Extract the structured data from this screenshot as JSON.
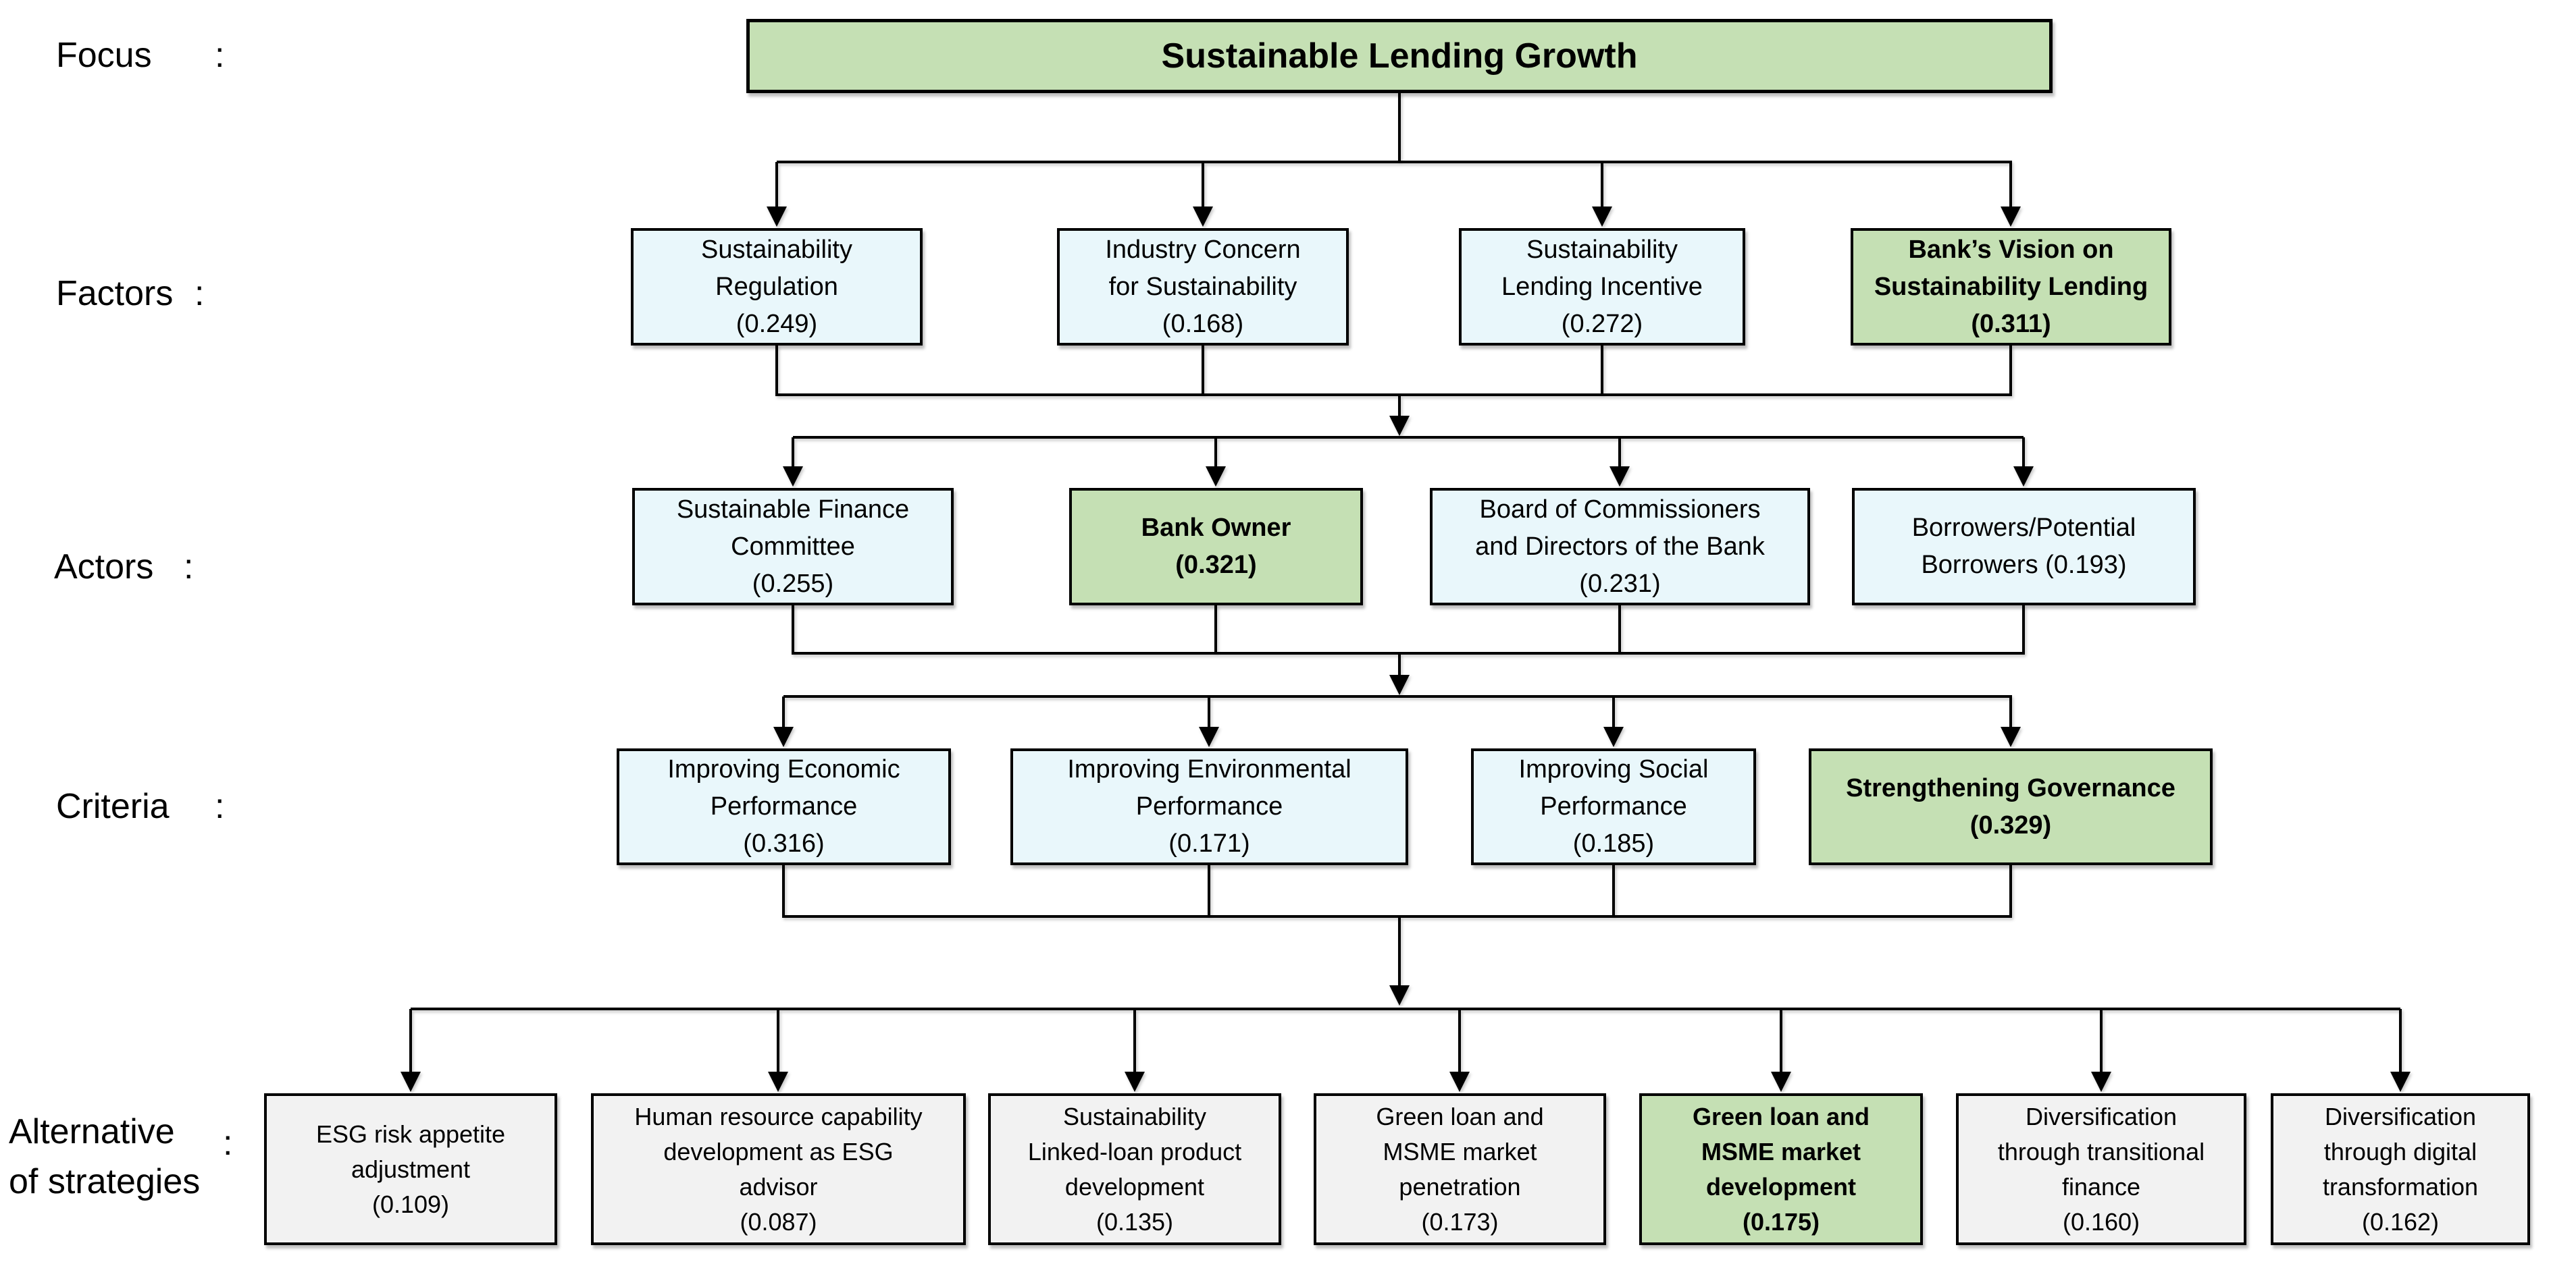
{
  "page_background": "#ffffff",
  "colors": {
    "highlight_green": "#c5e0b4",
    "level_blue": "#e9f7fb",
    "alternative_grey": "#f2f2f2",
    "border_black": "#000000"
  },
  "row_labels": [
    {
      "text": [
        "Focus"
      ],
      "colon": ":"
    },
    {
      "text": [
        "Factors"
      ],
      "colon": ":"
    },
    {
      "text": [
        "Actors"
      ],
      "colon": ":"
    },
    {
      "text": [
        "Criteria"
      ],
      "colon": ":"
    },
    {
      "text": [
        "Alternative",
        "of strategies"
      ],
      "colon": ":"
    }
  ],
  "focus": {
    "name": "Sustainable Lending Growth",
    "lines": [
      "Sustainable Lending Growth"
    ],
    "highlight": true
  },
  "factors": [
    {
      "name": "Sustainability Regulation",
      "weight": "0.249",
      "lines": [
        "Sustainability",
        "Regulation",
        "(0.249)"
      ],
      "highlight": false
    },
    {
      "name": "Industry Concern for Sustainability",
      "weight": "0.168",
      "lines": [
        "Industry Concern",
        "for Sustainability",
        "(0.168)"
      ],
      "highlight": false
    },
    {
      "name": "Sustainability Lending Incentive",
      "weight": "0.272",
      "lines": [
        "Sustainability",
        "Lending Incentive",
        "(0.272)"
      ],
      "highlight": false
    },
    {
      "name": "Bank’s Vision on Sustainability Lending",
      "weight": "0.311",
      "lines": [
        "Bank’s Vision on",
        "Sustainability Lending",
        "(0.311)"
      ],
      "highlight": true
    }
  ],
  "actors": [
    {
      "name": "Sustainable Finance Committee",
      "weight": "0.255",
      "lines": [
        "Sustainable Finance",
        "Committee",
        "(0.255)"
      ],
      "highlight": false
    },
    {
      "name": "Bank Owner",
      "weight": "0.321",
      "lines": [
        "Bank Owner",
        "(0.321)"
      ],
      "highlight": true
    },
    {
      "name": "Board of Commissioners and Directors of the Bank",
      "weight": "0.231",
      "lines": [
        "Board of Commissioners",
        "and Directors of the Bank",
        "(0.231)"
      ],
      "highlight": false
    },
    {
      "name": "Borrowers/Potential Borrowers",
      "weight": "0.193",
      "lines": [
        "Borrowers/Potential",
        "Borrowers (0.193)"
      ],
      "highlight": false
    }
  ],
  "criteria": [
    {
      "name": "Improving Economic Performance",
      "weight": "0.316",
      "lines": [
        "Improving Economic",
        "Performance",
        "(0.316)"
      ],
      "highlight": false
    },
    {
      "name": "Improving Environmental Performance",
      "weight": "0.171",
      "lines": [
        "Improving Environmental",
        "Performance",
        "(0.171)"
      ],
      "highlight": false
    },
    {
      "name": "Improving Social Performance",
      "weight": "0.185",
      "lines": [
        "Improving Social",
        "Performance",
        "(0.185)"
      ],
      "highlight": false
    },
    {
      "name": "Strengthening Governance",
      "weight": "0.329",
      "lines": [
        "Strengthening Governance",
        "(0.329)"
      ],
      "highlight": true
    }
  ],
  "alternatives": [
    {
      "name": "ESG risk appetite adjustment",
      "weight": "0.109",
      "lines": [
        "ESG risk appetite",
        "adjustment",
        "(0.109)"
      ],
      "highlight": false
    },
    {
      "name": "Human resource capability development as ESG advisor",
      "weight": "0.087",
      "lines": [
        "Human resource capability",
        "development as ESG",
        "advisor",
        "(0.087)"
      ],
      "highlight": false
    },
    {
      "name": "Sustainability Linked-loan product development",
      "weight": "0.135",
      "lines": [
        "Sustainability",
        "Linked-loan product",
        "development",
        "(0.135)"
      ],
      "highlight": false
    },
    {
      "name": "Green loan and MSME market penetration",
      "weight": "0.173",
      "lines": [
        "Green loan and",
        "MSME market",
        "penetration",
        "(0.173)"
      ],
      "highlight": false
    },
    {
      "name": "Green loan and MSME market development",
      "weight": "0.175",
      "lines": [
        "Green loan and",
        "MSME market",
        "development",
        "(0.175)"
      ],
      "highlight": true
    },
    {
      "name": "Diversification through transitional finance",
      "weight": "0.160",
      "lines": [
        "Diversification",
        "through transitional",
        "finance",
        "(0.160)"
      ],
      "highlight": false
    },
    {
      "name": "Diversification through digital transformation",
      "weight": "0.162",
      "lines": [
        "Diversification",
        "through digital",
        "transformation",
        "(0.162)"
      ],
      "highlight": false
    }
  ]
}
